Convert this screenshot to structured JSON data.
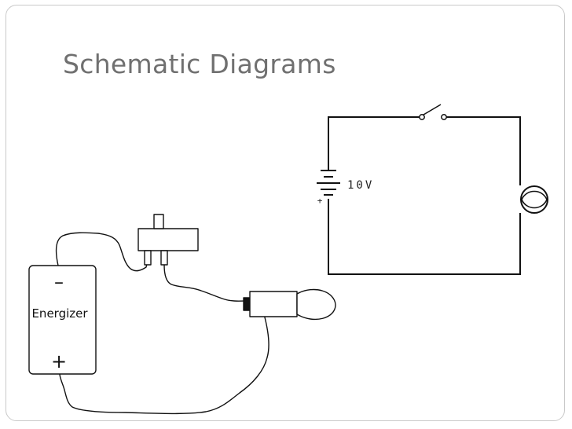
{
  "slide": {
    "title": "Schematic Diagrams"
  },
  "pictorial": {
    "battery_brand": "Energizer",
    "battery_negative": "–",
    "battery_positive": "+"
  },
  "schematic": {
    "voltage": "10V",
    "battery_plus": "+"
  }
}
